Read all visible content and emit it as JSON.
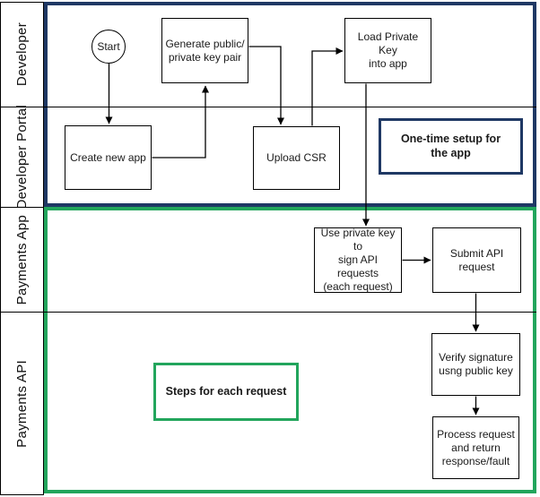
{
  "title": "API request signing swimlane flowchart",
  "lanes": [
    {
      "label": "Developer"
    },
    {
      "label": "Developer Portal"
    },
    {
      "label": "Payments App"
    },
    {
      "label": "Payments API"
    }
  ],
  "nodes": {
    "start": "Start",
    "generate_keys": "Generate public/\nprivate key pair",
    "load_key": "Load Private Key\ninto app",
    "create_app": "Create new app",
    "upload_csr": "Upload CSR",
    "use_key": "Use private key to\nsign API requests\n(each request)",
    "submit": "Submit API\nrequest",
    "verify": "Verify signature\nusng public key",
    "process": "Process request\nand return\nresponse/fault"
  },
  "notes": {
    "one_time": "One-time setup for\nthe app",
    "steps": "Steps for each request"
  },
  "edges": [
    {
      "from": "start",
      "to": "create_app"
    },
    {
      "from": "create_app",
      "to": "generate_keys"
    },
    {
      "from": "generate_keys",
      "to": "upload_csr"
    },
    {
      "from": "upload_csr",
      "to": "load_key"
    },
    {
      "from": "load_key",
      "to": "use_key"
    },
    {
      "from": "use_key",
      "to": "submit"
    },
    {
      "from": "submit",
      "to": "verify"
    },
    {
      "from": "verify",
      "to": "process"
    }
  ],
  "colors": {
    "setup_frame_navy": "#1F3864",
    "request_frame_green": "#22A55C",
    "line_black": "#000000",
    "background": "#FFFFFF"
  }
}
